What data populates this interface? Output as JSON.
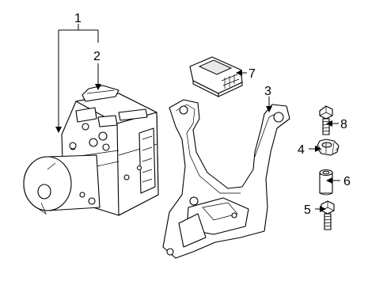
{
  "callouts": [
    {
      "id": "1",
      "label": "1"
    },
    {
      "id": "2",
      "label": "2"
    },
    {
      "id": "3",
      "label": "3"
    },
    {
      "id": "4",
      "label": "4"
    },
    {
      "id": "5",
      "label": "5"
    },
    {
      "id": "6",
      "label": "6"
    },
    {
      "id": "7",
      "label": "7"
    },
    {
      "id": "8",
      "label": "8"
    }
  ],
  "parts": [
    {
      "id": "1",
      "name": "abs-modulator-assembly-icon"
    },
    {
      "id": "2",
      "name": "control-module-top-icon"
    },
    {
      "id": "3",
      "name": "mounting-bracket-icon"
    },
    {
      "id": "4",
      "name": "rubber-insulator-icon"
    },
    {
      "id": "5",
      "name": "bolt-icon"
    },
    {
      "id": "6",
      "name": "sleeve-collar-icon"
    },
    {
      "id": "7",
      "name": "yaw-rate-sensor-icon"
    },
    {
      "id": "8",
      "name": "bolt-icon"
    }
  ]
}
